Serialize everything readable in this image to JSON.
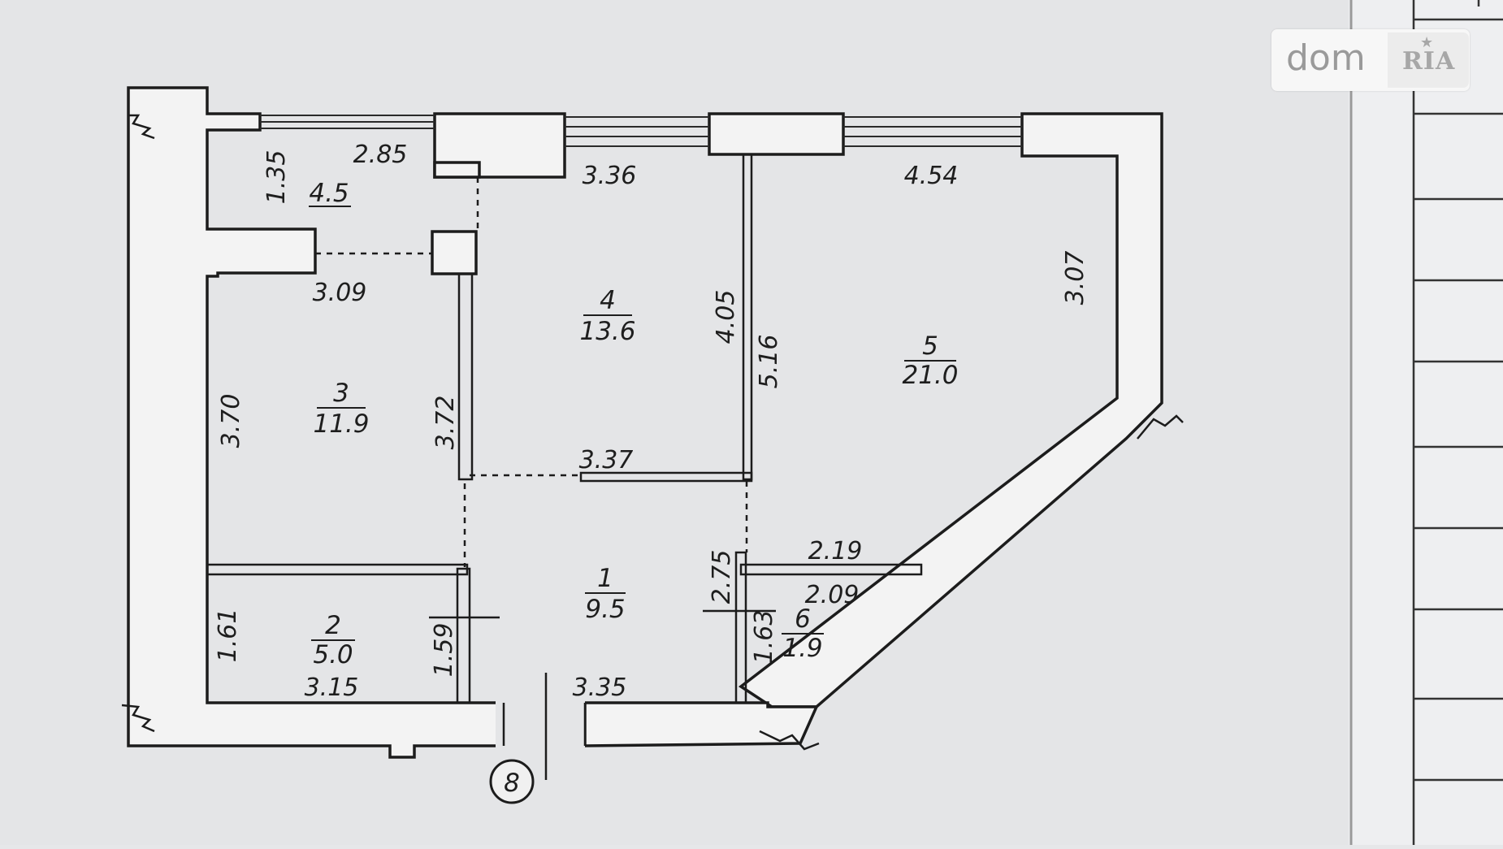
{
  "logo": {
    "brand": "dom",
    "brand2": "RIA"
  },
  "axis_marker": "8",
  "rooms": [
    {
      "num": "1",
      "area": "9.5"
    },
    {
      "num": "2",
      "area": "5.0"
    },
    {
      "num": "3",
      "area": "11.9"
    },
    {
      "num": "4",
      "area": "13.6"
    },
    {
      "num": "5",
      "area": "21.0"
    },
    {
      "num": "6",
      "area": "1.9"
    }
  ],
  "balcony_area": "4.5",
  "dimensions": [
    "2.85",
    "1.35",
    "3.36",
    "4.54",
    "3.07",
    "3.09",
    "4.05",
    "5.16",
    "3.70",
    "3.72",
    "3.37",
    "2.19",
    "2.75",
    "2.09",
    "1.61",
    "1.59",
    "1.63",
    "3.15",
    "3.35"
  ]
}
